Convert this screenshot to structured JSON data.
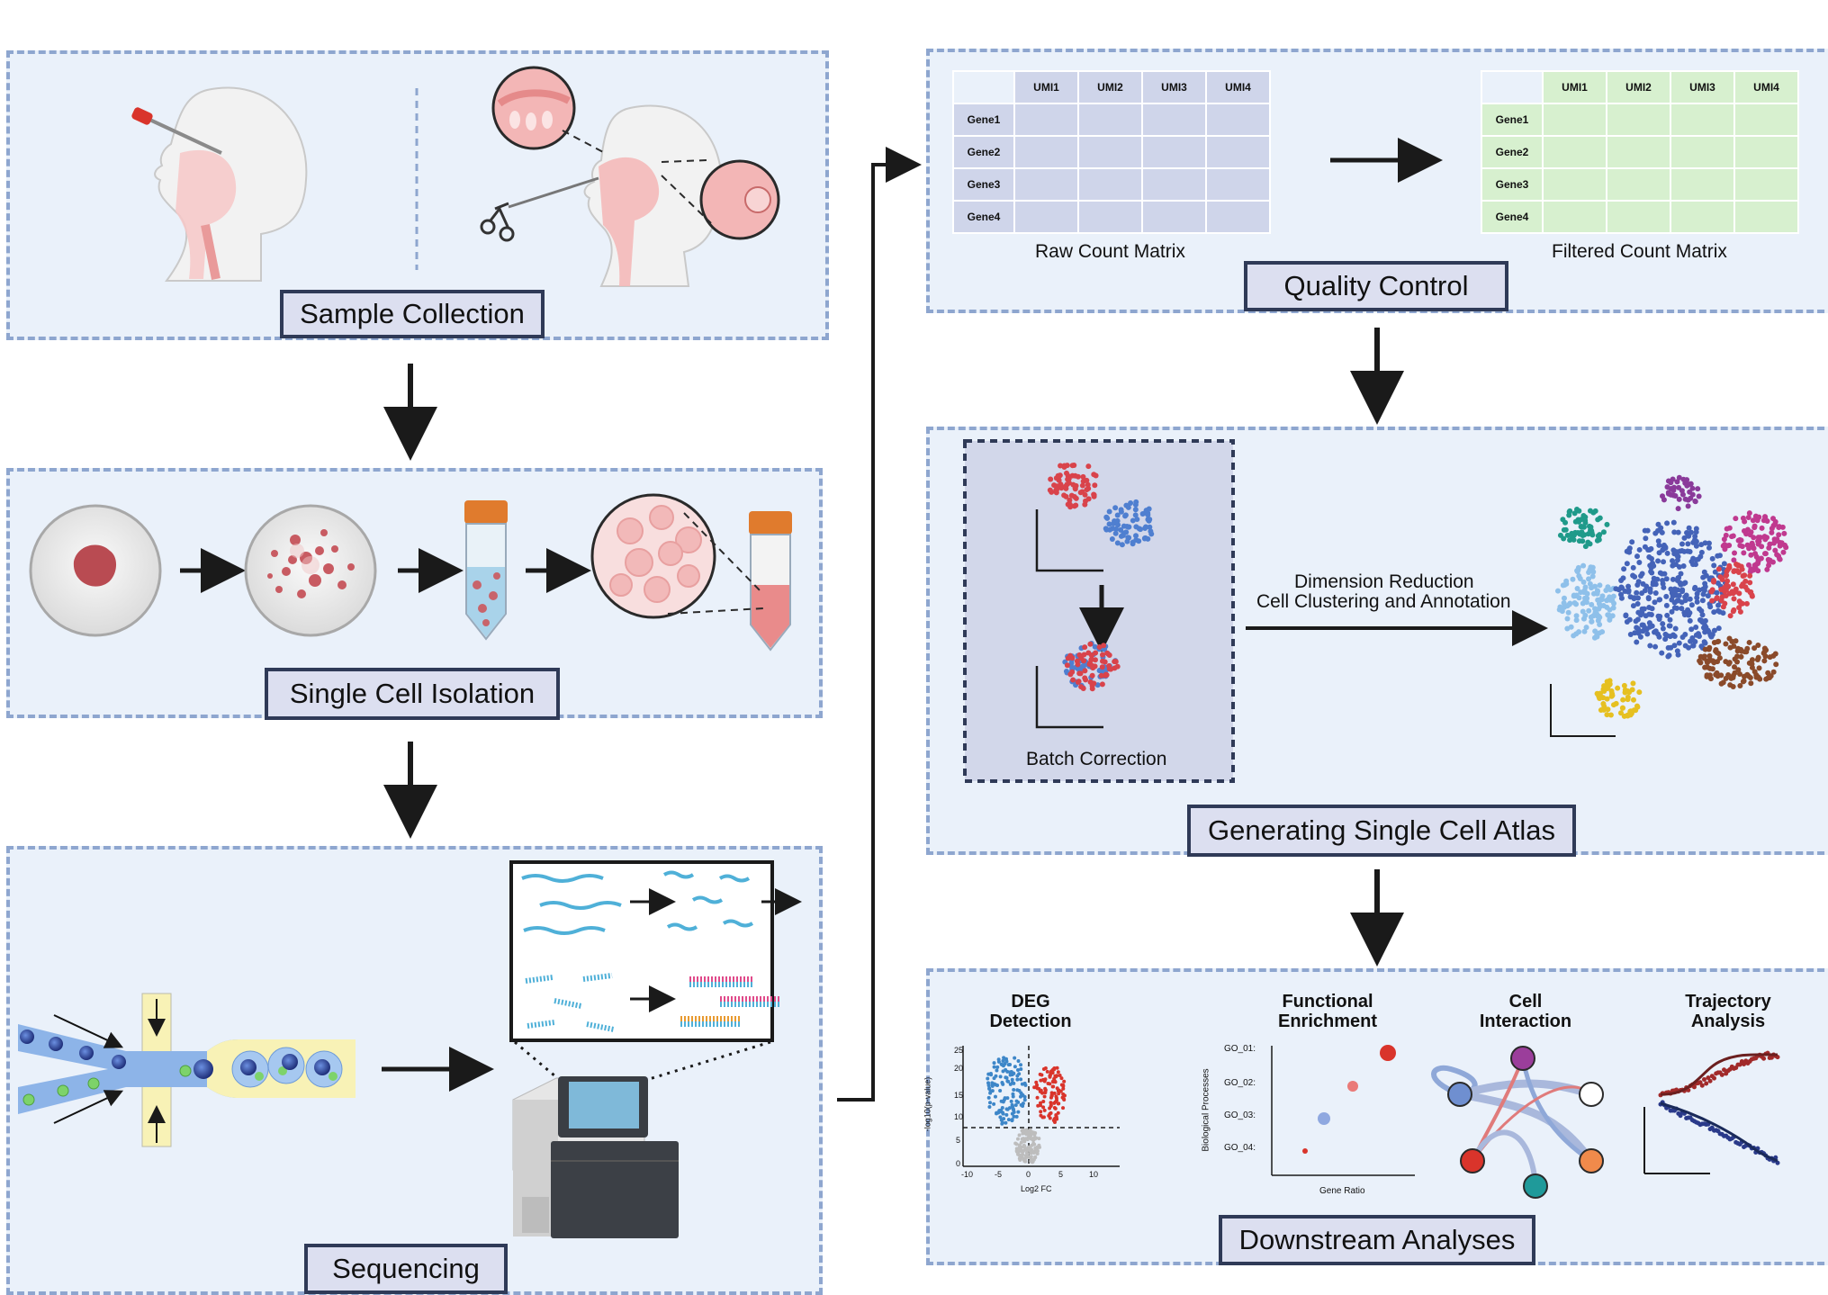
{
  "panels": {
    "sample_collection": {
      "title": "Sample Collection"
    },
    "single_cell_isolation": {
      "title": "Single Cell Isolation"
    },
    "sequencing": {
      "title": "Sequencing"
    },
    "quality_control": {
      "title": "Quality Control",
      "raw_label": "Raw Count Matrix",
      "filtered_label": "Filtered Count Matrix",
      "columns": [
        "UMI1",
        "UMI2",
        "UMI3",
        "UMI4"
      ],
      "rows": [
        "Gene1",
        "Gene2",
        "Gene3",
        "Gene4"
      ]
    },
    "atlas": {
      "title": "Generating Single Cell Atlas",
      "batch_label": "Batch Correction",
      "step_line1": "Dimension Reduction",
      "step_line2": "Cell Clustering and Annotation"
    },
    "downstream": {
      "title": "Downstream Analyses",
      "deg": {
        "title_line1": "DEG",
        "title_line2": "Detection",
        "xlabel": "Log2 FC",
        "ylabel": "-log10(p-value)",
        "xticks": [
          "-10",
          "-5",
          "0",
          "5",
          "10"
        ],
        "yticks": [
          "25",
          "20",
          "15",
          "10",
          "5",
          "0"
        ]
      },
      "enrichment": {
        "title_line1": "Functional",
        "title_line2": "Enrichment",
        "xlabel": "Gene Ratio",
        "ylabel": "Biological Processes",
        "terms": [
          "GO_01:",
          "GO_02:",
          "GO_03:",
          "GO_04:"
        ]
      },
      "interaction": {
        "title_line1": "Cell",
        "title_line2": "Interaction"
      },
      "trajectory": {
        "title_line1": "Trajectory",
        "title_line2": "Analysis"
      }
    }
  },
  "colors": {
    "panel_bg": "#eaf1fa",
    "panel_border": "#8ea6cf",
    "title_bg": "#dcdff0",
    "raw_matrix": "#cfd5ea",
    "filtered_matrix": "#d7f0cf",
    "red_cluster": "#d9434b",
    "blue_cluster": "#4f7fd0"
  }
}
